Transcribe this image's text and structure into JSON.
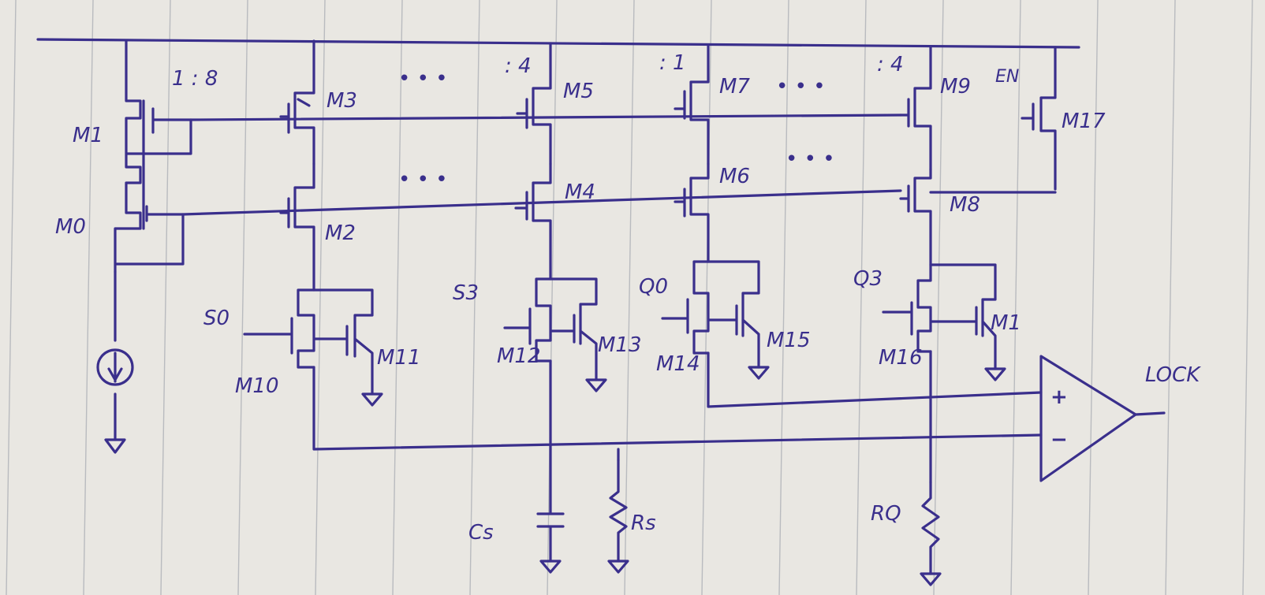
{
  "colors": {
    "paper": "#e9e7e2",
    "rule": "#b9bbbf",
    "ink": "#3a2f8c"
  },
  "ratios": {
    "r1": "1 : 8",
    "r2": ": 4",
    "r3": ": 1",
    "r4": ": 4"
  },
  "ellipses": [
    "• • •",
    "• • •",
    "• • •",
    "• • •"
  ],
  "labels": {
    "m1": "M1",
    "m0": "M0",
    "m3": "M3",
    "m2": "M2",
    "m5": "M5",
    "m4": "M4",
    "m7": "M7",
    "m6": "M6",
    "m9": "M9",
    "m8": "M8",
    "en": "EN",
    "m17": "M17",
    "m10": "M10",
    "m11": "M11",
    "m12": "M12",
    "m13": "M13",
    "m14": "M14",
    "m15": "M15",
    "m16": "M16",
    "m1b": "M1",
    "s0": "S0",
    "s3": "S3",
    "q0": "Q0",
    "q3": "Q3",
    "cs": "Cs",
    "rs": "Rs",
    "rq": "RQ",
    "lock": "LOCK",
    "plus": "+",
    "minus": "−"
  },
  "icons": [
    "current-source-icon",
    "ground-icon",
    "pmos-transistor-icon",
    "nmos-transistor-icon",
    "capacitor-icon",
    "resistor-icon",
    "comparator-icon"
  ]
}
